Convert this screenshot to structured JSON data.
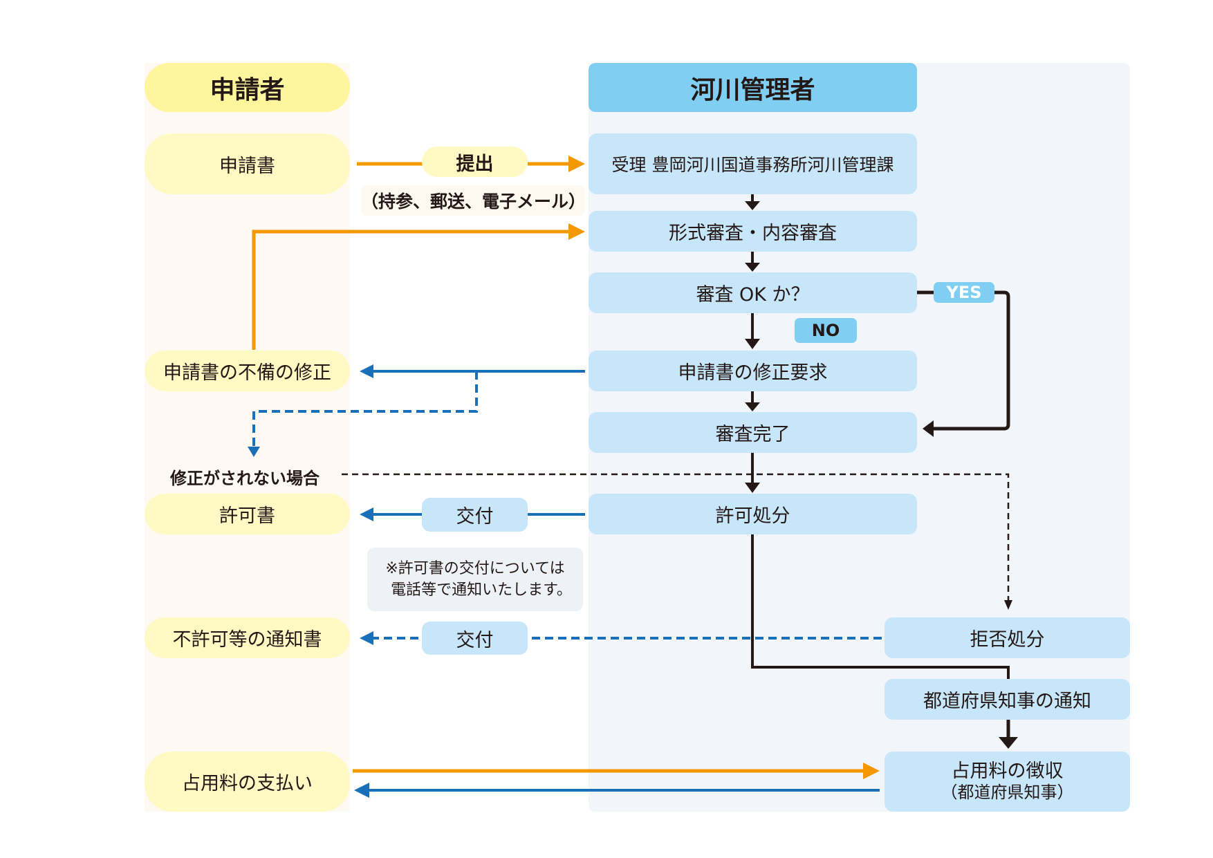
{
  "lanes": {
    "applicant": "申請者",
    "administrator": "河川管理者"
  },
  "applicant_steps": {
    "application_form": "申請書",
    "fix_deficiency": "申請書の不備の修正",
    "if_not_fixed": "修正がされない場合",
    "permit": "許可書",
    "rejection_notice": "不許可等の通知書",
    "fee_payment": "占用料の支払い"
  },
  "admin_steps": {
    "receipt": "受理 豊岡河川国道事務所河川管理課",
    "review": "形式審査・内容審査",
    "review_ok": "審査 OK か？",
    "correction_request": "申請書の修正要求",
    "review_complete": "審査完了",
    "permit_decision": "許可処分",
    "rejection_decision": "拒否処分",
    "governor_notice": "都道府県知事の通知",
    "fee_collection": "占用料の徴収",
    "fee_collection_sub": "（都道府県知事）"
  },
  "connectors": {
    "submit": "提出",
    "submit_methods": "（持参、郵送、電子メール）",
    "deliver_permit": "交付",
    "deliver_rejection": "交付",
    "yes": "YES",
    "no": "NO"
  },
  "note": {
    "line1": "※許可書の交付については",
    "line2": "電話等で通知いたします。"
  },
  "colors": {
    "orange_arrow": "#f39800",
    "blue_arrow": "#1a6fb9",
    "black_arrow": "#231815",
    "applicant_header": "#fff59d",
    "applicant_node": "#fff9c4",
    "admin_header": "#80cff3",
    "admin_node": "#c8e6f9"
  }
}
